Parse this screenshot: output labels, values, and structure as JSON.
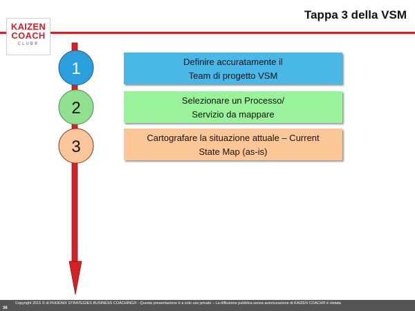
{
  "header": {
    "title": "Tappa 3 della VSM"
  },
  "logo": {
    "line1": "KAIZEN",
    "line2": "COACH",
    "line3": "CLUB®"
  },
  "colors": {
    "accent": "#d62027",
    "step1": "#2b9fdc",
    "step2": "#8fe08f",
    "step3": "#f9c59a",
    "box1": "#4ab8e6",
    "box2": "#9af39a",
    "box3": "#fcc797"
  },
  "steps": [
    {
      "number": "1",
      "line1": "Definire accuratamente il",
      "line2": "Team di progetto VSM"
    },
    {
      "number": "2",
      "line1": "Selezionare un Processo/",
      "line2": "Servizio da mappare"
    },
    {
      "number": "3",
      "line1": "Cartografare la situazione attuale – Current",
      "line2": "State Map (as-is)"
    }
  ],
  "footer": {
    "page": "36",
    "copyright": "Copyright 2015 © di PHOENIX STRATEGIES BUSINESS COACHING® - Questa presentazione è a solo uso privato – La diffusione pubblica senza autorizzazione di KAIZEN COACH® è vietata"
  }
}
